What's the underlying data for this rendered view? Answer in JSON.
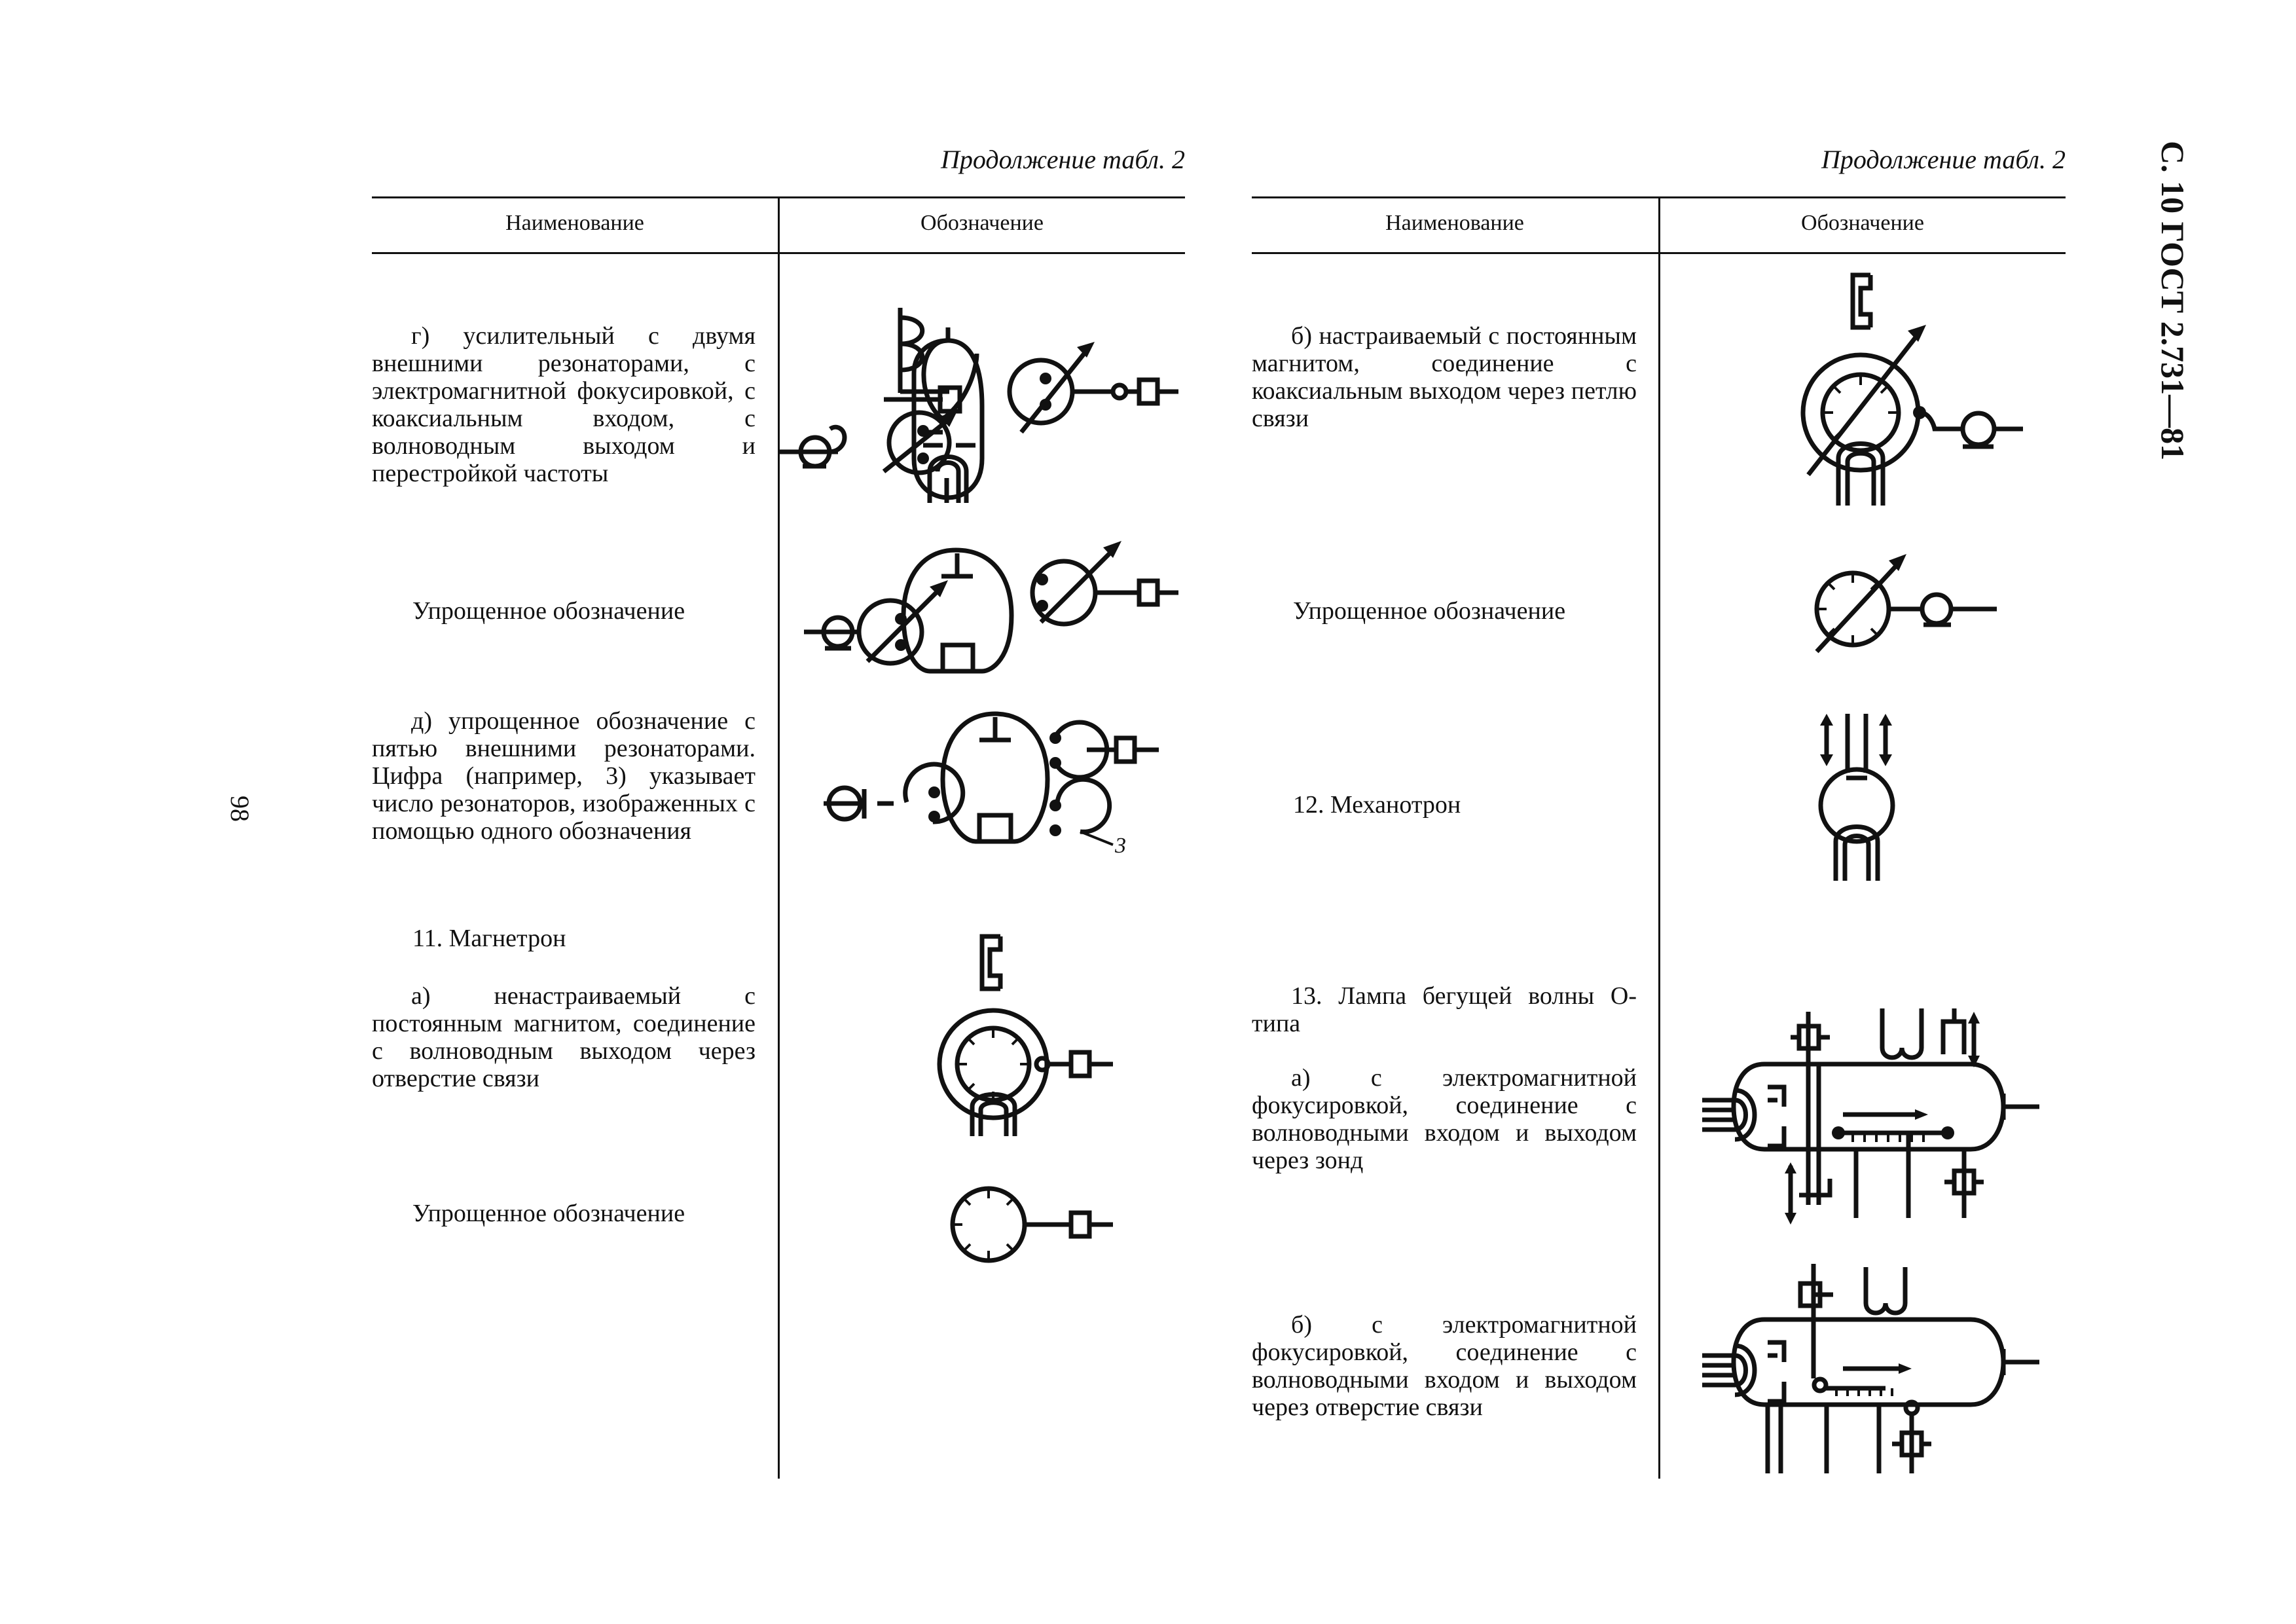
{
  "page": {
    "side_header": "С. 10 ГОСТ 2.731—81",
    "page_number": "98"
  },
  "left_table": {
    "continuation": "Продолжение табл. 2",
    "col_name": "Наименование",
    "col_symbol": "Обозначение",
    "rows": [
      {
        "text": "г) усилительный с двумя внешними резонаторами, с электромагнитной фокусировкой, с коаксиальным входом, с волноводным выходом и перестройкой частоты"
      },
      {
        "text": "Упрощенное обозначение"
      },
      {
        "text": "д) упрощенное обозначение с пятью внешними резонаторами. Цифра (например, 3) указывает число резонаторов, изображенных с помощью одного обозначения",
        "symbol_label": "3"
      },
      {
        "text": "11. Магнетрон"
      },
      {
        "text": "а) ненастраиваемый с постоянным магнитом, соединение с волноводным выходом через отверстие связи"
      },
      {
        "text": "Упрощенное обозначение"
      }
    ]
  },
  "right_table": {
    "continuation": "Продолжение табл. 2",
    "col_name": "Наименование",
    "col_symbol": "Обозначение",
    "rows": [
      {
        "text": "б) настраиваемый с постоянным магнитом, соединение с коаксиальным выходом через петлю связи"
      },
      {
        "text": "Упрощенное обозначение"
      },
      {
        "text": "12. Механотрон"
      },
      {
        "text": "13. Лампа бегущей волны О-типа"
      },
      {
        "text": "а) с электромагнитной фокусировкой, соединение с волноводными входом и выходом через зонд"
      },
      {
        "text": "б) с электромагнитной фокусировкой, соединение с волноводными входом и выходом через отверстие связи"
      }
    ]
  }
}
